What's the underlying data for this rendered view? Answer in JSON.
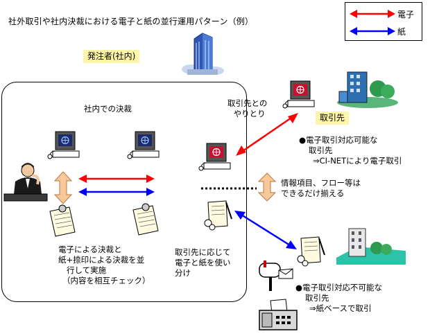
{
  "title": "社外取引や社内決裁における電子と紙の並行運用パターン（例）",
  "legend": {
    "items": [
      {
        "label": "電子",
        "color": "#ff0000"
      },
      {
        "label": "紙",
        "color": "#0000ff"
      }
    ]
  },
  "orderer_label": "発注者(社内)",
  "internal_approval_label": "社内での決裁",
  "partner_exchange_label": [
    "取引先との",
    "やりとり"
  ],
  "partner_label": "取引先",
  "electronic_partner": {
    "lines": [
      "●電子取引対応可能な",
      "取引先",
      "⇒CI-NETにより電子取引"
    ]
  },
  "info_note": [
    "情報項目、フロー等は",
    "できるだけ揃える"
  ],
  "parallel_note": [
    "電子による決裁と",
    "紙+捺印による決裁を並",
    "行して実施",
    "（内容を相互チェック）"
  ],
  "partner_usage_note": [
    "取引先に応じて",
    "電子と紙を使い",
    "分け"
  ],
  "paper_partner": {
    "lines": [
      "●電子取引対応不可能な",
      "取引先",
      "⇒紙ベースで取引"
    ]
  },
  "colors": {
    "electronic": "#ff0000",
    "paper": "#0000ff",
    "sign_bg": "#fff5a8",
    "orange_arrow": "#f6c89a"
  },
  "icons": [
    "office-building-icon",
    "computer-icon",
    "person-icon",
    "document-icon",
    "mailbox-icon",
    "fax-icon",
    "building-trees-icon"
  ]
}
